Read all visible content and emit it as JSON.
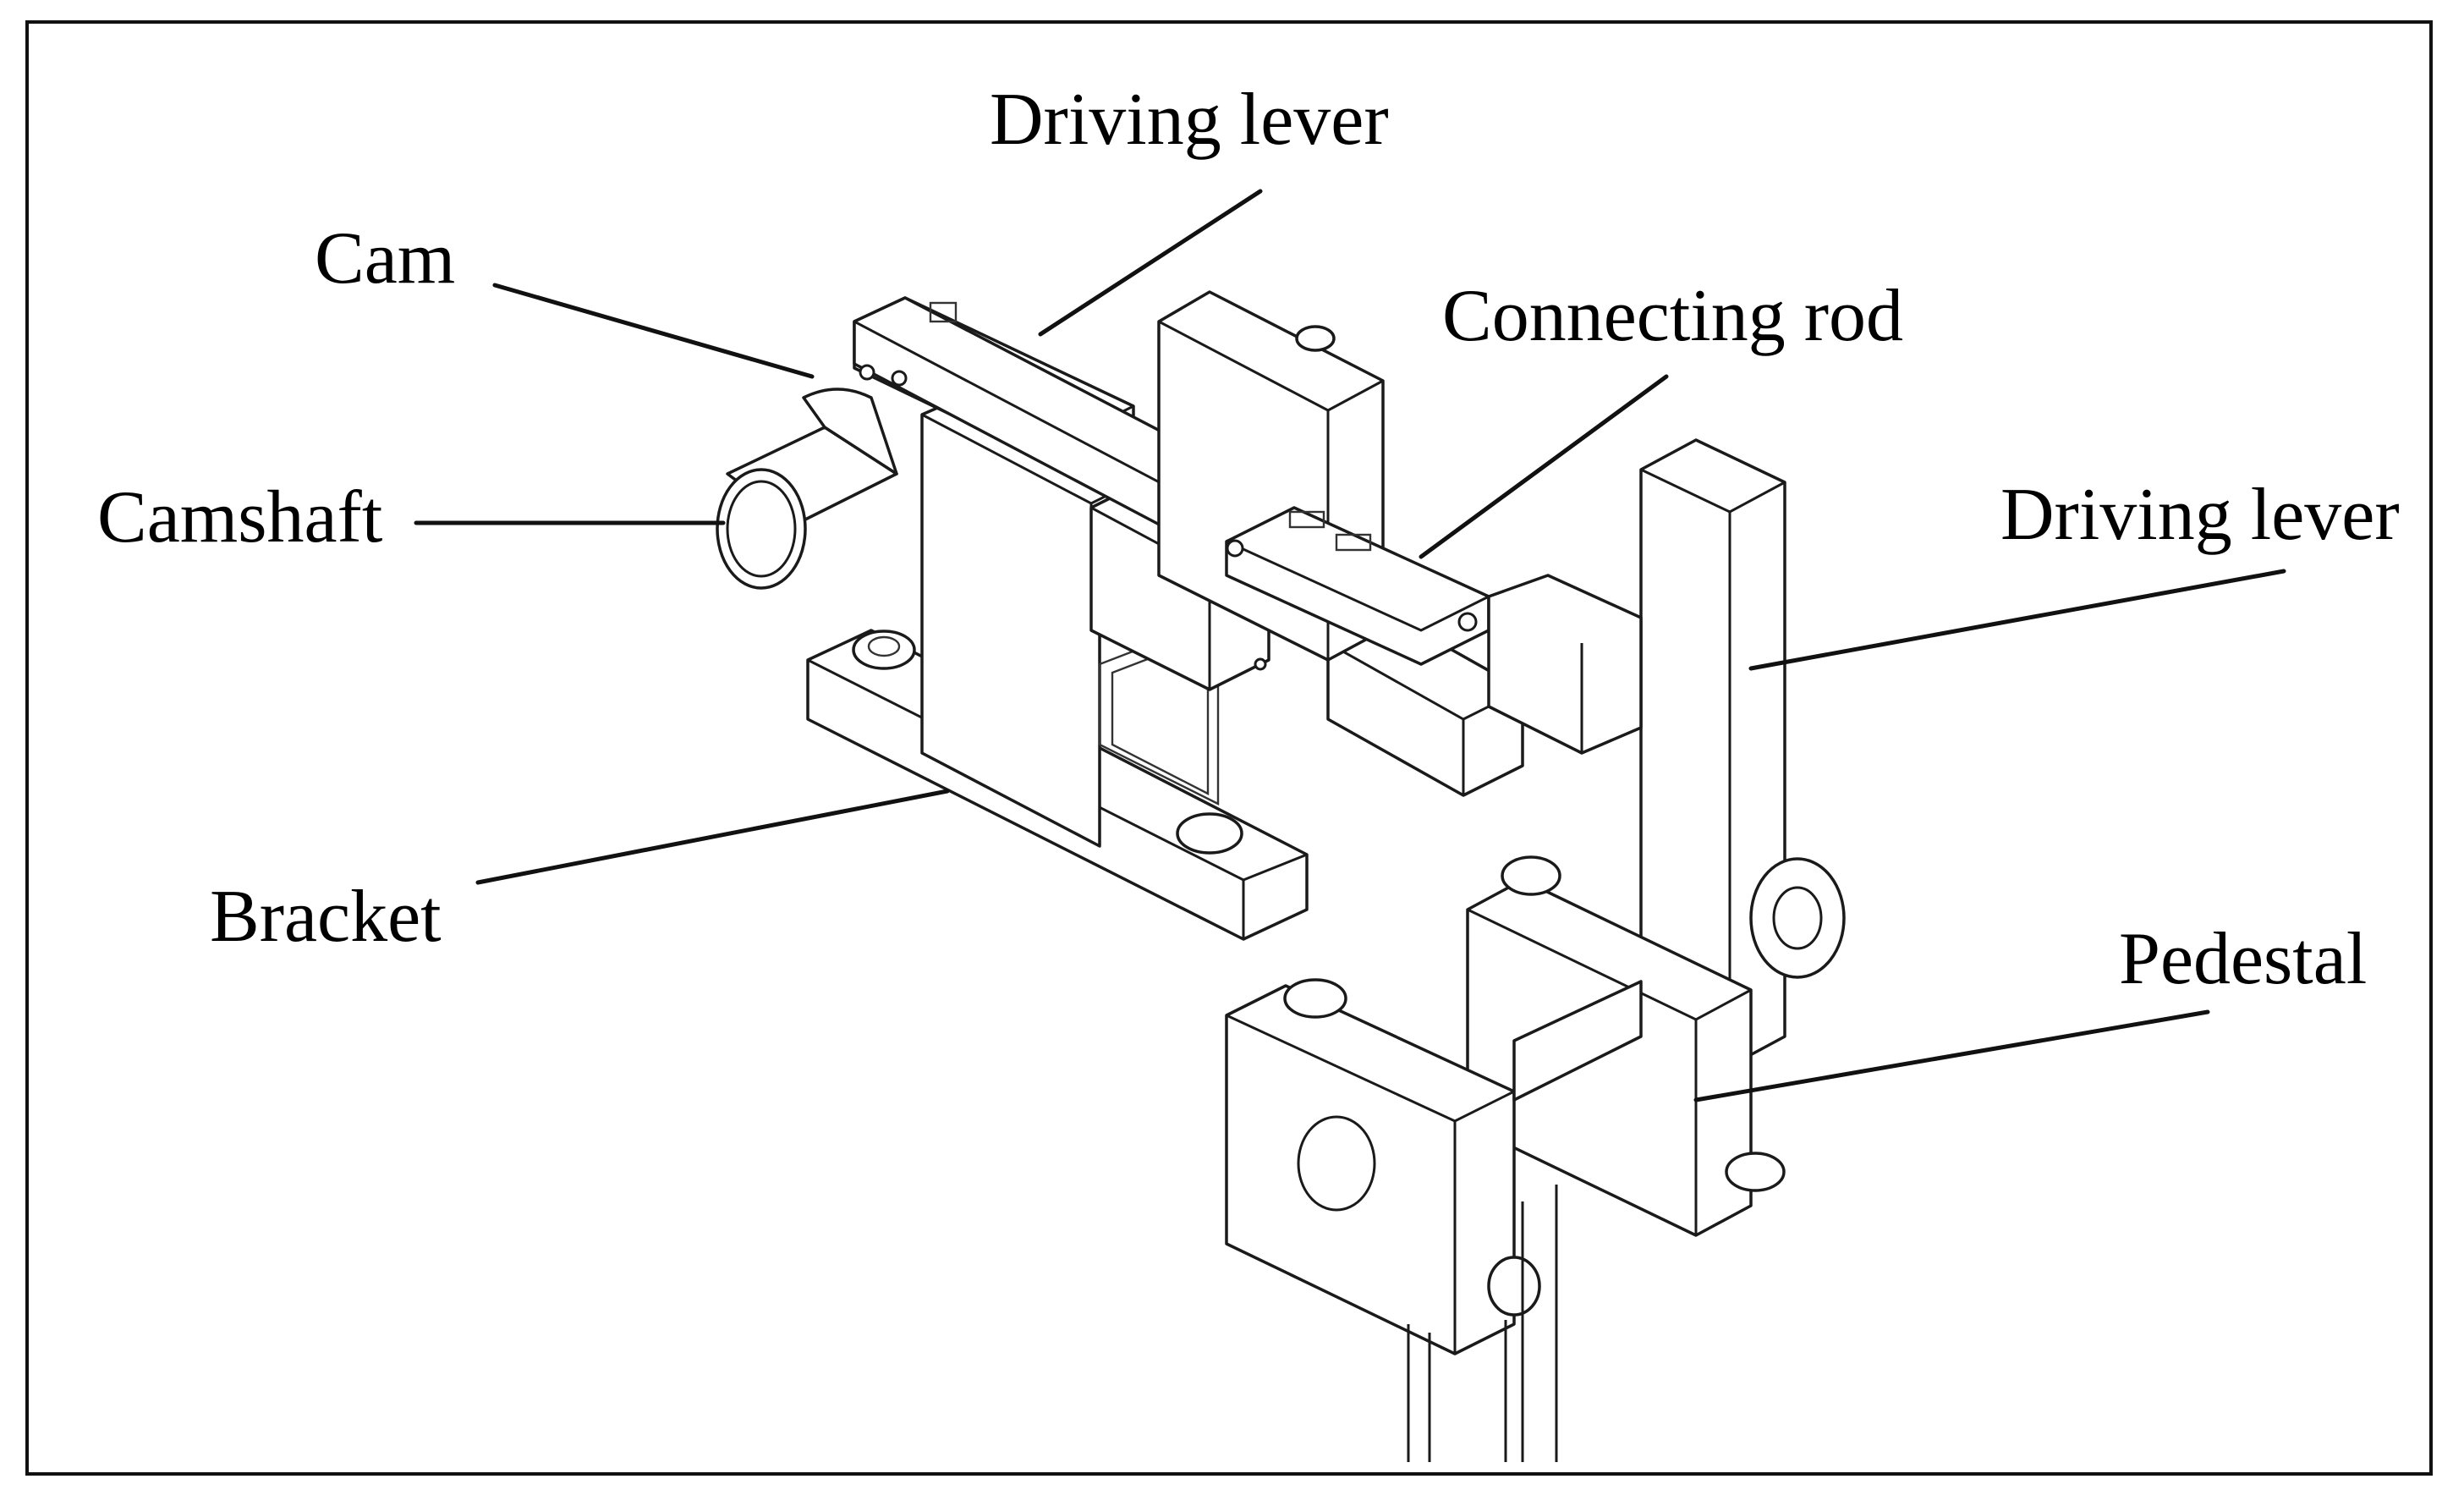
{
  "labels": {
    "driving_lever_top": "Driving lever",
    "cam": "Cam",
    "connecting_rod": "Connecting rod",
    "camshaft": "Camshaft",
    "driving_lever_right": "Driving lever",
    "bracket": "Bracket",
    "pedestal": "Pedestal"
  },
  "colors": {
    "line": "#1a1a1a",
    "frame": "#111111",
    "background": "#ffffff"
  }
}
